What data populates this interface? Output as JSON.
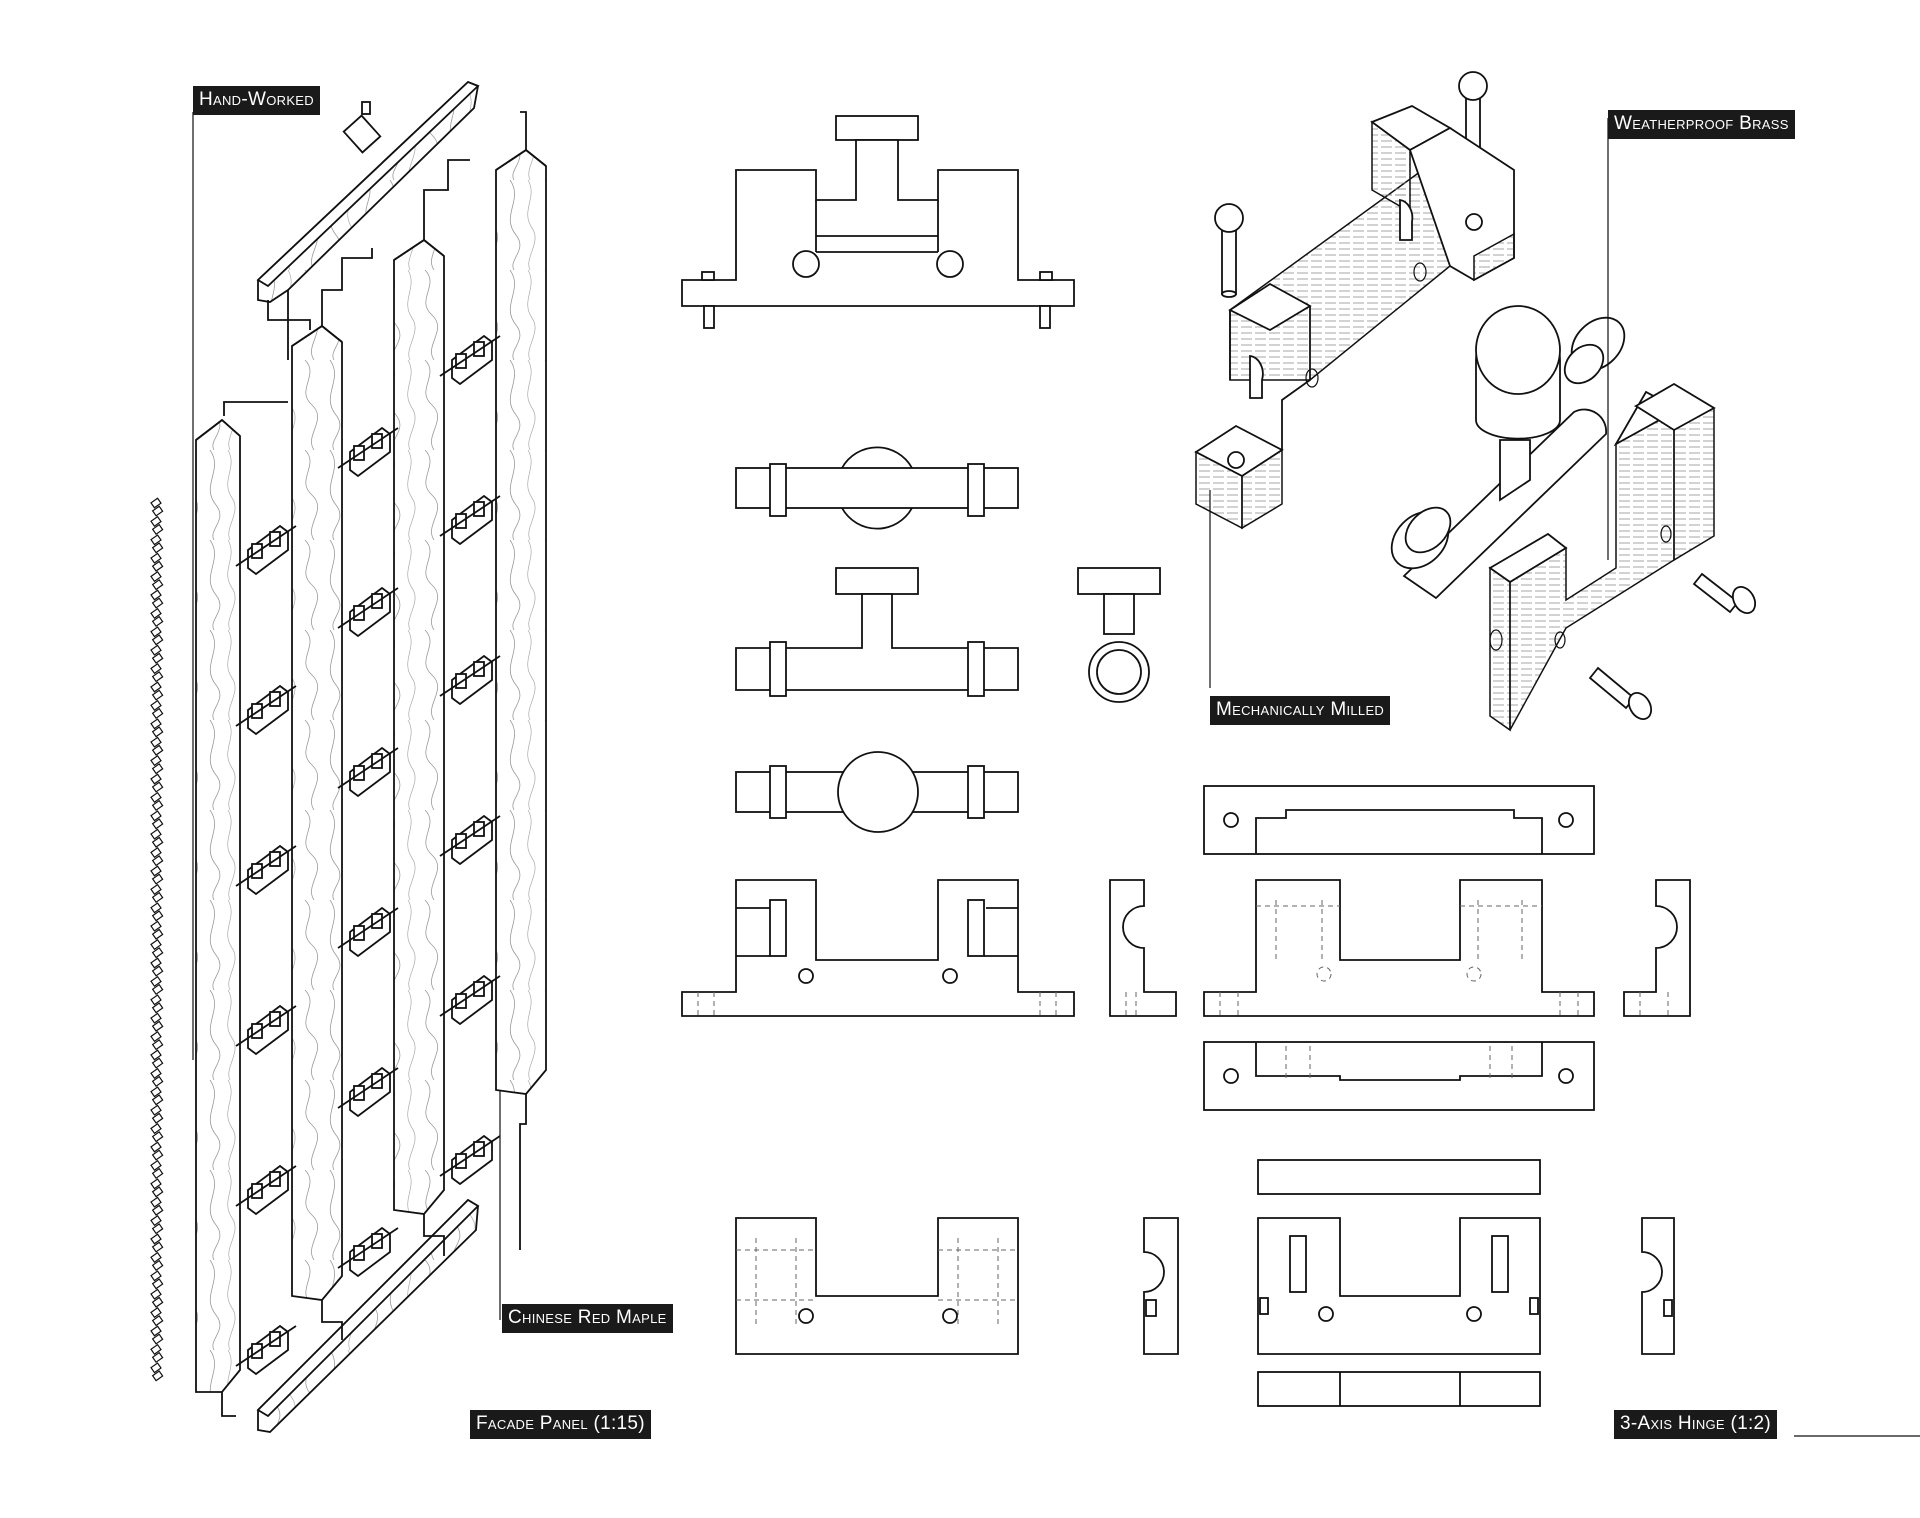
{
  "labels": {
    "hand_worked": "Hand-Worked",
    "weatherproof_brass": "Weatherproof Brass",
    "mechanically_milled": "Mechanically Milled",
    "chinese_red_maple": "Chinese Red Maple",
    "facade_panel": "Facade Panel (1:15)",
    "hinge": "3-Axis Hinge (1:2)"
  },
  "panel": {
    "boards": 4,
    "hinges_per_gap": 6
  }
}
